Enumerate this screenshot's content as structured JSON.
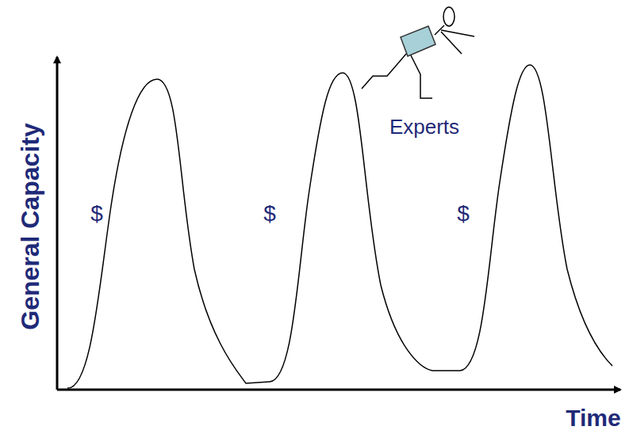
{
  "diagram": {
    "labels": [
      "General Capacity",
      "Time",
      "$",
      "$",
      "$",
      "Experts"
    ]
  }
}
